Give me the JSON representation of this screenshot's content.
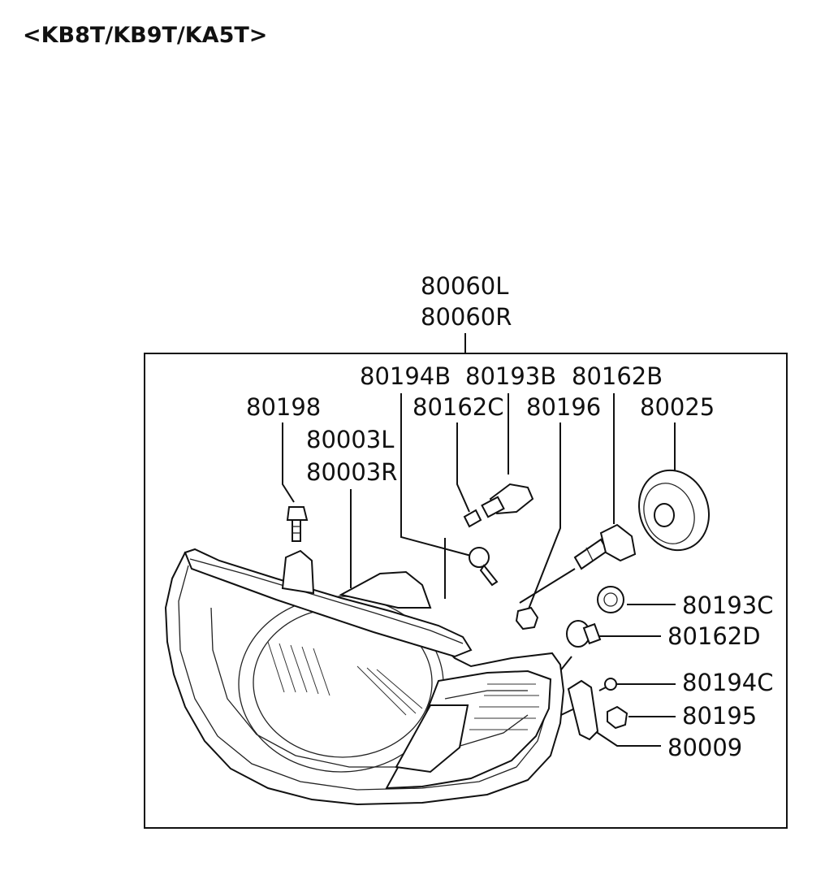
{
  "diagram": {
    "header": "<KB8T/KB9T/KA5T>",
    "assembly": {
      "label_left": "80060L",
      "label_right": "80060R"
    },
    "parts": {
      "p80198": "80198",
      "p80003L": "80003L",
      "p80003R": "80003R",
      "p80194B": "80194B",
      "p80193B": "80193B",
      "p80162B": "80162B",
      "p80162C": "80162C",
      "p80196": "80196",
      "p80025": "80025",
      "p80193C": "80193C",
      "p80162D": "80162D",
      "p80194C": "80194C",
      "p80195": "80195",
      "p80009": "80009"
    }
  }
}
